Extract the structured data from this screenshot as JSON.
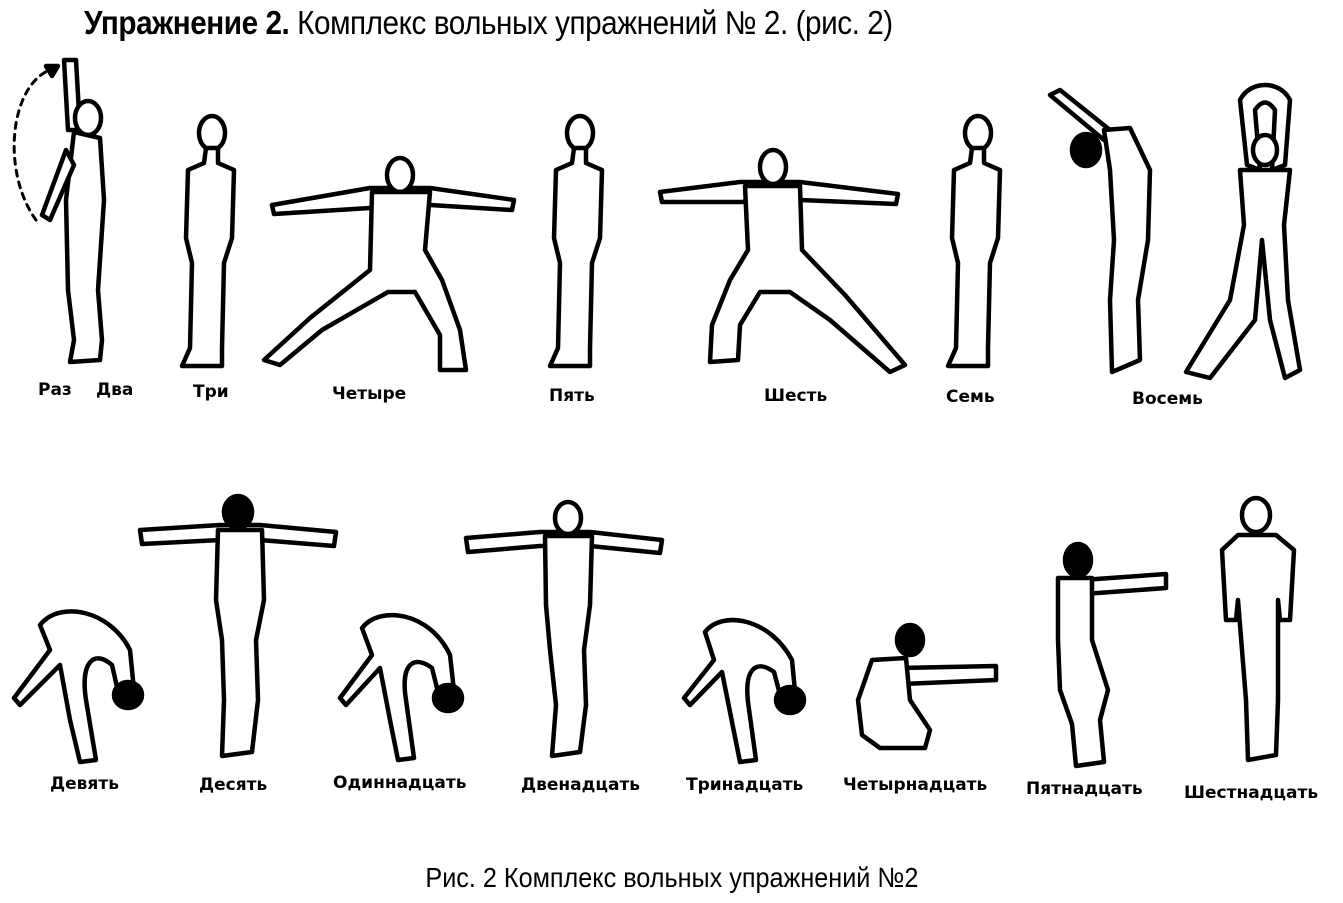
{
  "title": {
    "bold": "Упражнение 2.",
    "rest": " Комплекс вольных упражнений № 2. (рис. 2)"
  },
  "labels": {
    "row1": [
      "Раз",
      "Два",
      "Три",
      "Четыре",
      "Пять",
      "Шесть",
      "Семь",
      "Восемь"
    ],
    "row2": [
      "Девять",
      "Десять",
      "Одиннадцать",
      "Двенадцать",
      "Тринадцать",
      "Четырнадцать",
      "Пятнадцать",
      "Шестнадцать"
    ]
  },
  "caption": "Рис. 2  Комплекс вольных упражнений №2",
  "icons": [
    "exercise-figure-icon"
  ]
}
